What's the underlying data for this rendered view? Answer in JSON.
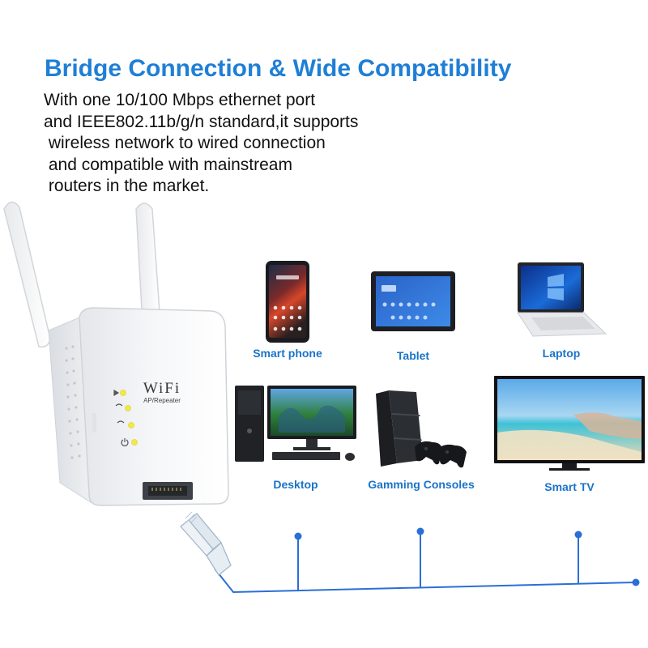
{
  "headline": "Bridge Connection & Wide Compatibility",
  "description_lines": [
    "With one 10/100 Mbps ethernet port",
    "and IEEE802.11b/g/n standard,it supports",
    " wireless network to wired connection",
    " and compatible with mainstream",
    " routers in the market."
  ],
  "device_label": {
    "logo": "WiFi",
    "subtitle": "AP/Repeater"
  },
  "devices": [
    {
      "label": "Smart phone"
    },
    {
      "label": "Tablet"
    },
    {
      "label": "Laptop"
    },
    {
      "label": "Desktop"
    },
    {
      "label": "Gamming Consoles"
    },
    {
      "label": "Smart TV"
    }
  ],
  "colors": {
    "accent": "#1f7fd6",
    "caption": "#1a73c9",
    "cable": "#2a6fd6",
    "led": "#f1e84a",
    "text": "#111111"
  }
}
